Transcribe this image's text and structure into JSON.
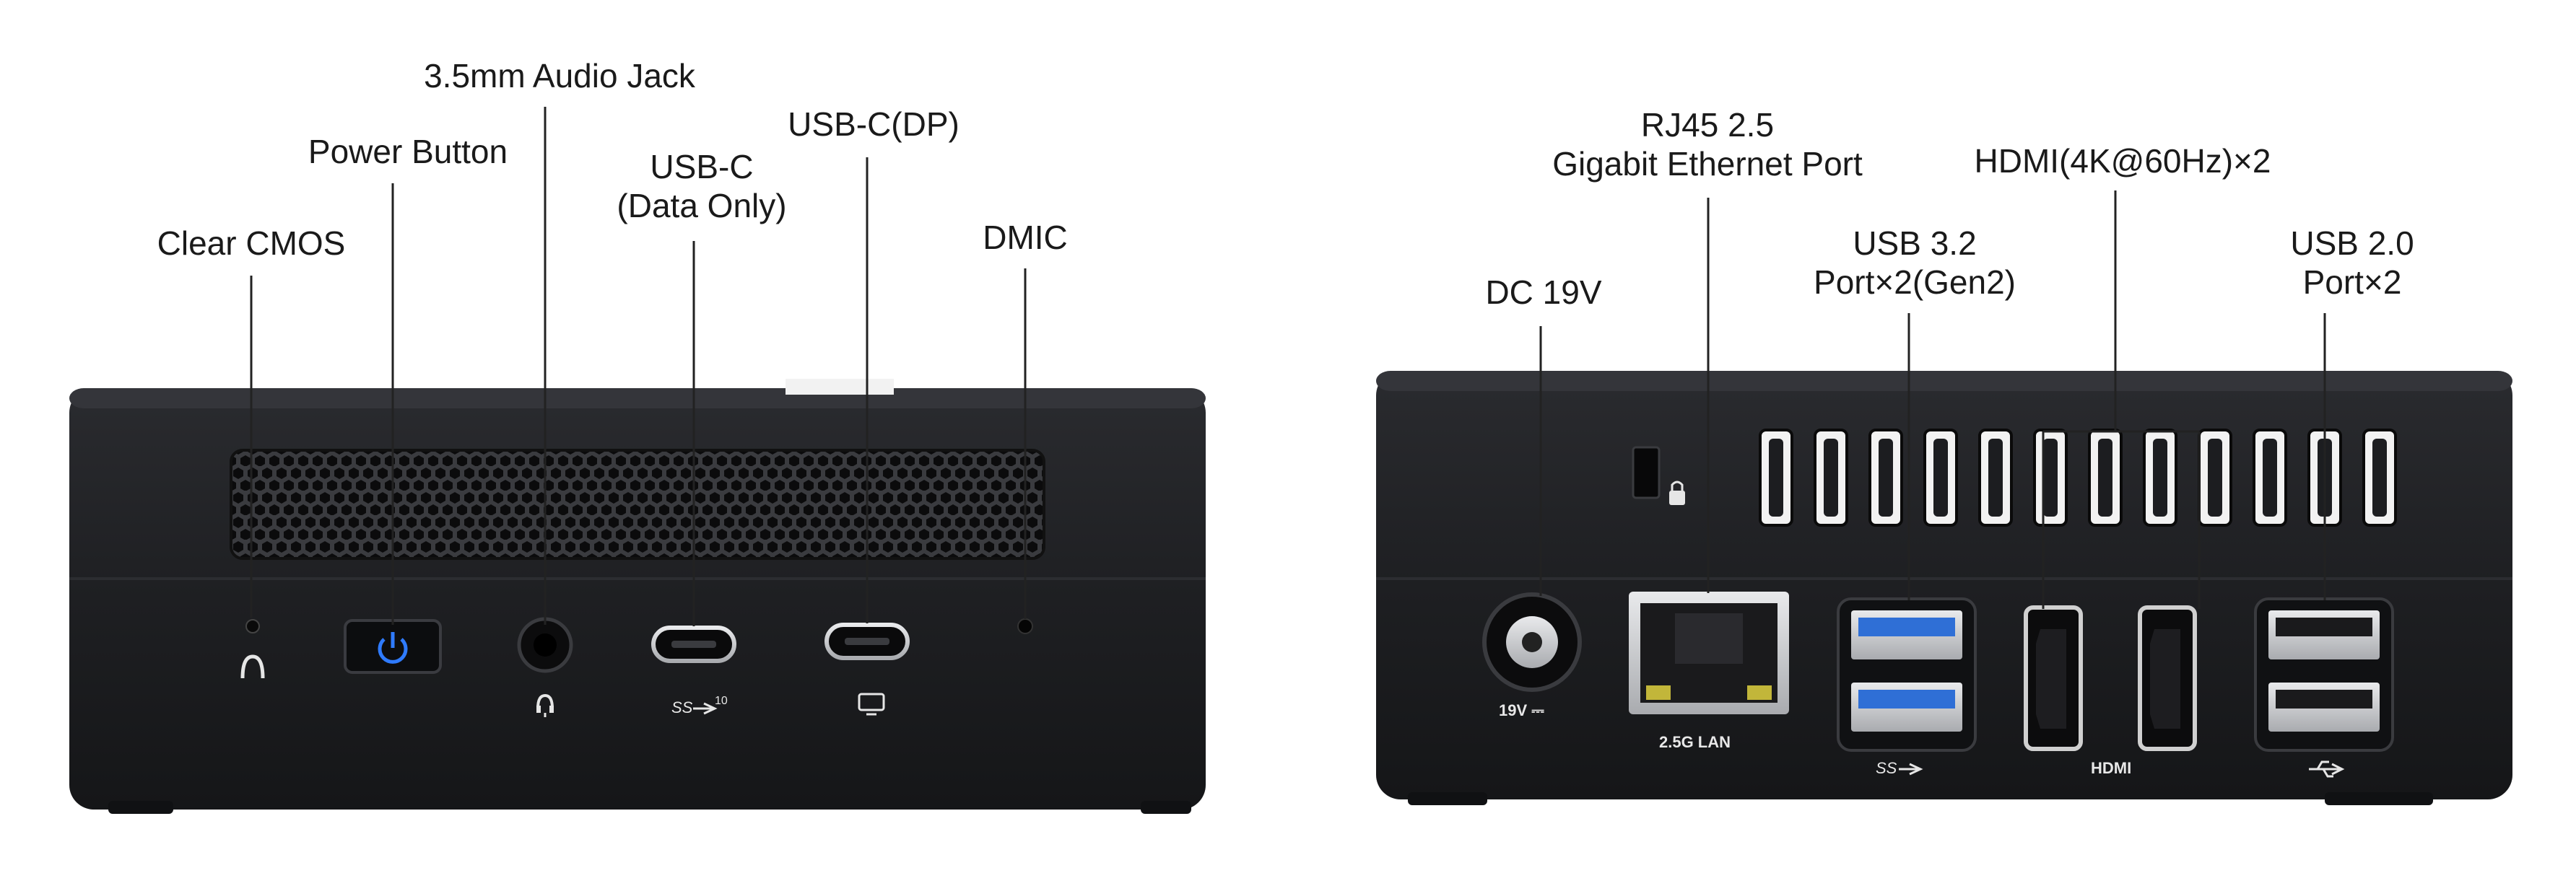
{
  "front_panel": {
    "callouts": {
      "clear_cmos": "Clear CMOS",
      "power_button": "Power Button",
      "audio_jack": "3.5mm Audio Jack",
      "usb_c_data_line1": "USB-C",
      "usb_c_data_line2": "(Data Only)",
      "usb_c_dp": "USB-C(DP)",
      "dmic": "DMIC"
    },
    "icons": [
      "clear-cmos-icon",
      "power-icon",
      "headset-icon",
      "superspeed-10-icon",
      "display-icon"
    ],
    "port_markings": {
      "usb_c_speed": "10"
    },
    "colors": {
      "chassis": "#1e1f22",
      "power_led": "#2f7bff"
    }
  },
  "rear_panel": {
    "callouts": {
      "dc_in": "DC 19V",
      "rj45_line1": "RJ45 2.5",
      "rj45_line2": "Gigabit Ethernet Port",
      "usb32_line1": "USB 3.2",
      "usb32_line2": "Port×2(Gen2)",
      "hdmi": "HDMI(4K@60Hz)×2",
      "usb20_line1": "USB 2.0",
      "usb20_line2": "Port×2"
    },
    "port_markings": {
      "dc": "19V ⎓",
      "lan": "2.5G LAN",
      "hdmi": "HDMI"
    },
    "icons": [
      "kensington-lock-icon",
      "superspeed-usb-icon",
      "usb-icon"
    ],
    "colors": {
      "chassis": "#1e1f22",
      "usb3_blue": "#2f6fd6"
    }
  }
}
